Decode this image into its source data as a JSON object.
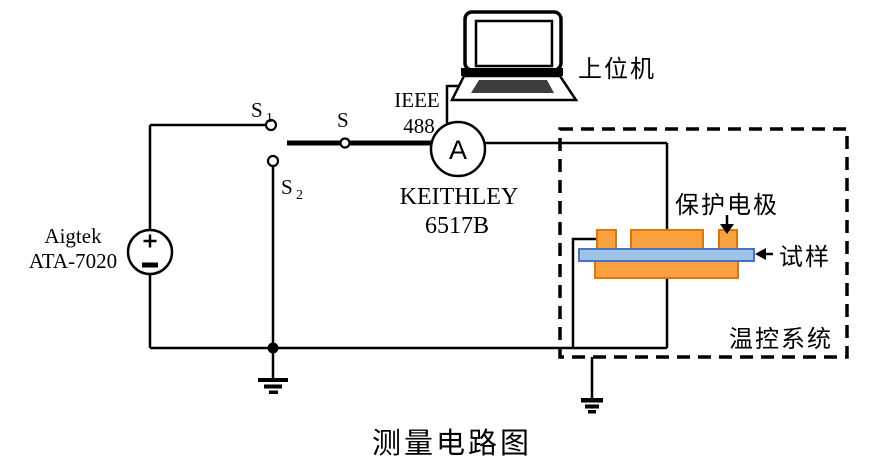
{
  "title": "测量电路图",
  "colors": {
    "line": "#000000",
    "electrode_fill": "#F9A13E",
    "electrode_stroke": "#E0760A",
    "sample_fill": "#9DC3E6",
    "sample_stroke": "#4472C4",
    "keyboard_fill": "#3D3D3D"
  },
  "host_computer": {
    "label": "上位机"
  },
  "interface_bus": {
    "line1": "IEEE",
    "line2": "488"
  },
  "ammeter": {
    "symbol": "A",
    "model_line1": "KEITHLEY",
    "model_line2": "6517B"
  },
  "voltage_source": {
    "brand": "Aigtek",
    "model": "ATA-7020"
  },
  "switches": {
    "s1": {
      "base": "S",
      "sub": "1"
    },
    "s2": {
      "base": "S",
      "sub": "2"
    },
    "s": {
      "base": "S"
    }
  },
  "temperature_control_box": {
    "label": "温控系统"
  },
  "sample_assembly": {
    "guard_electrode_label": "保护电极",
    "sample_label": "试样"
  }
}
